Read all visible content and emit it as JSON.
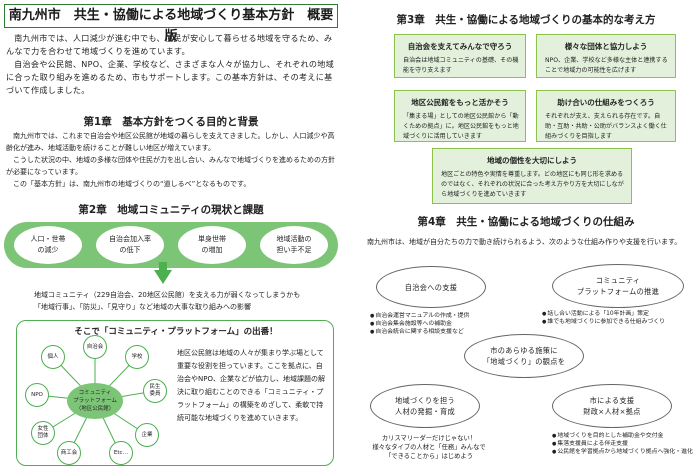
{
  "left": {
    "title": "南九州市　共生・協働による地域づくり基本方針　概要版",
    "intro": [
      "南九州市では、人口減少が進む中でも、住民が安心して暮らせる地域を守るため、みんなで力を合わせて地域づくりを進めています。",
      "自治会や公民館、NPO、企業、学校など、さまざまな人々が協力し、それぞれの地域に合った取り組みを進めるため、市もサポートします。この基本方針は、その考えに基づいて作成しました。"
    ],
    "ch1": {
      "heading": "第1章　基本方針をつくる目的と背景",
      "body": [
        "南九州市では、これまで自治会や地区公民館が地域の暮らしを支えてきました。しかし、人口減少や高齢化が進み、地域活動を続けることが難しい地区が増えています。",
        "こうした状況の中、地域の多様な団体や住民が力を出し合い、みんなで地域づくりを進めるための方針が必要になっています。",
        "この「基本方針」は、南九州市の地域づくりの“道しるべ”となるものです。"
      ]
    },
    "ch2": {
      "heading": "第2章　地域コミュニティの現状と課題",
      "issues": [
        "人口・世帯\nの減少",
        "自治会加入率\nの低下",
        "単身世帯\nの増加",
        "地域活動の\n担い手不足"
      ],
      "community_text": [
        "地域コミュニティ（229自治会、20地区公民館）を支える力が弱くなってしまうかも",
        "「地域行事」、「防災」、「見守り」など地域の大事な取り組みへの影響"
      ]
    },
    "platform": {
      "title": "そこで「コミュニティ・プラットフォーム」の出番！",
      "center": [
        "コミュニティ",
        "プラットフォーム",
        "（地区公民館）"
      ],
      "nodes": [
        "個人",
        "自治会",
        "学校",
        "民生\n委員",
        "企業",
        "Etc…",
        "商工会",
        "女性\n団体",
        "NPO"
      ],
      "description": "地区公民館は地域の人々が集まり学ぶ場として重要な役割を担っています。ここを拠点に、自治会やNPO、企業などが協力し、地域課題の解決に取り組むことのできる「コミュニティ・プラットフォーム」の構築をめざして、柔軟で持続可能な地域づくりを進めていきます。"
    }
  },
  "right": {
    "ch3": {
      "heading": "第3章　共生・協働による地域づくりの基本的な考え方",
      "boxes": [
        {
          "title": "自治会を支えてみんなで守ろう",
          "body": "自治会は地域コミュニティの基礎、その機能を守り支えます"
        },
        {
          "title": "様々な団体と協力しよう",
          "body": "NPO、企業、学校など多様な主体と連携することで地域力の可能性を広げます"
        },
        {
          "title": "地区公民館をもっと活かそう",
          "body": "「集まる場」としての地区公民館から「動くための拠点」に。地区公民館をもっと地域づくりに活用していきます"
        },
        {
          "title": "助け合いの仕組みをつくろう",
          "body": "それぞれが支え、支えられる存在です。自助・互助・共助・公助がバランスよく働く仕組みづくりを目指します"
        },
        {
          "title": "地域の個性を大切にしよう",
          "body": "地区ごとの特色や実情を尊重します。どの地区にも同じ形を求めるのではなく、それぞれの状況に合った考え方やり方を大切にしながら地域づくりを進めていきます"
        }
      ]
    },
    "ch4": {
      "heading": "第4章　共生・協働による地域づくりの仕組み",
      "intro": "南九州市は、地域が自分たちの力で動き続けられるよう、次のような仕組み作りや支援を行います。",
      "bubbles": [
        "自治会への支援",
        "コミュニティ\nプラットフォームの推進",
        "市のあらゆる施策に\n「地域づくり」の観点を",
        "地域づくりを担う\n人材の発掘・育成",
        "市による支援\n財政×人材×拠点"
      ],
      "b1_items": [
        "自治会運営マニュアルの作成・提供",
        "自治会集会施設等への補助金",
        "自治会統合に関する相談支援など"
      ],
      "b2_items": [
        "話し合い活動による「10年計画」策定",
        "誰でも地域づくりに参加できる仕組みづくり"
      ],
      "b4_caption": [
        "カリスマリーダーだけじゃない！",
        "様々なタイプの人材と「任務」みんなで",
        "「できることから」はじめよう"
      ],
      "b5_items": [
        "地域づくりを目的とした補助金や交付金",
        "集落支援員による伴走支援",
        "公民館を学習拠点から地域づくり拠点へ強化・進化"
      ]
    }
  }
}
